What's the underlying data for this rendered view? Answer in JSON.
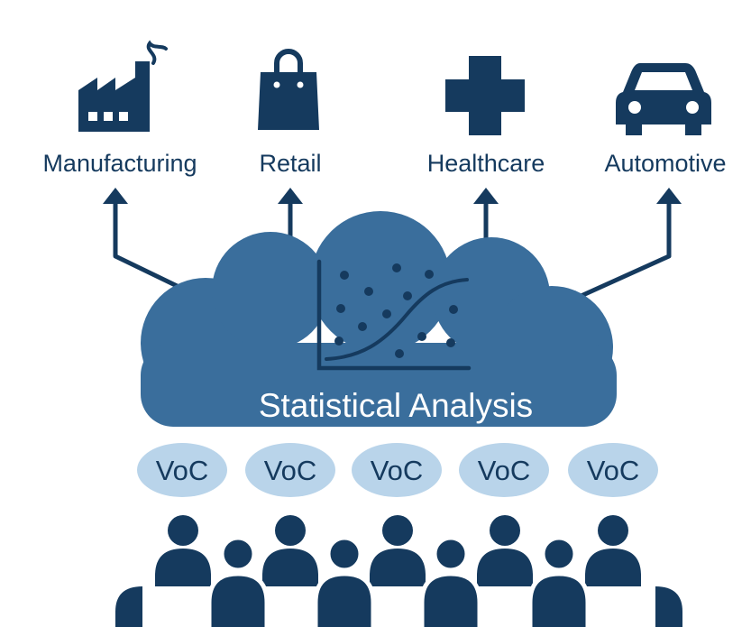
{
  "colors": {
    "navy": "#153a5e",
    "cloud": "#3a6e9c",
    "voc_bubble": "#b9d4ea",
    "white": "#ffffff"
  },
  "industries": [
    {
      "label": "Manufacturing",
      "icon": "factory-icon"
    },
    {
      "label": "Retail",
      "icon": "shopping-bag-icon"
    },
    {
      "label": "Healthcare",
      "icon": "medical-cross-icon"
    },
    {
      "label": "Automotive",
      "icon": "car-icon"
    }
  ],
  "analysis": {
    "title": "Statistical Analysis",
    "icon": "scatter-plot-icon"
  },
  "voc": {
    "label": "VoC",
    "count": 5
  },
  "people": {
    "icon": "person-icon",
    "count": 11
  }
}
